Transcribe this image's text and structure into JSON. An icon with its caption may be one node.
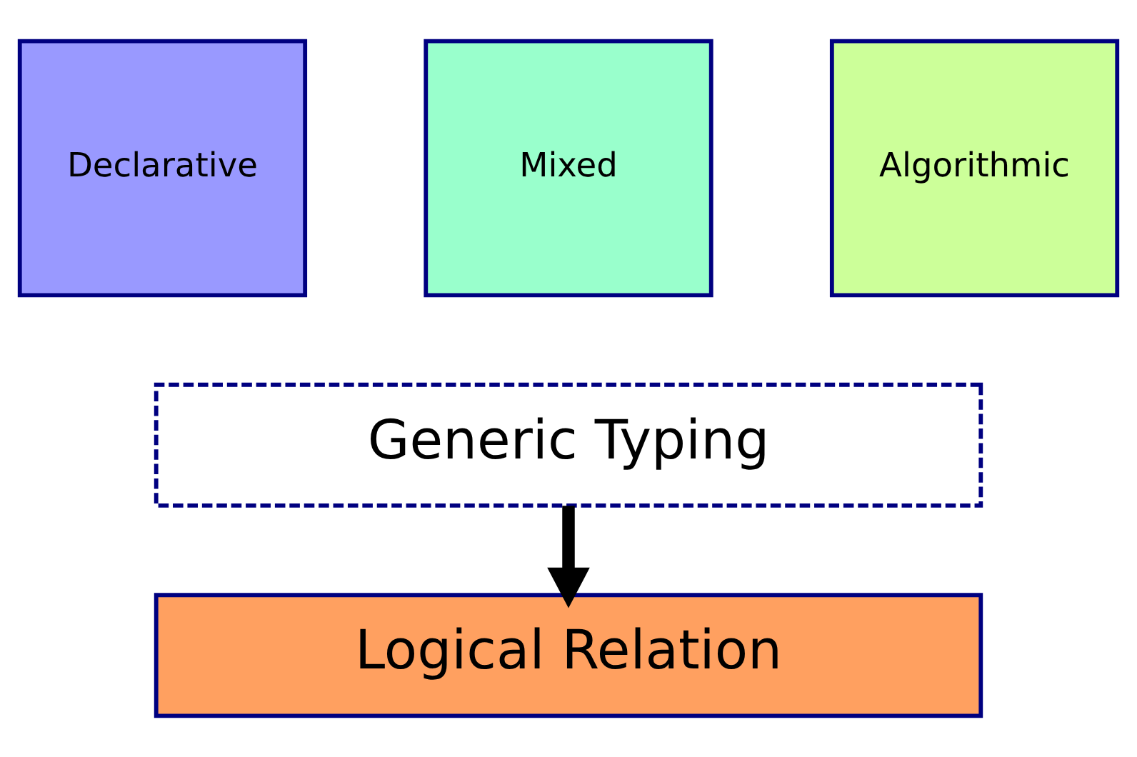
{
  "diagram": {
    "nodes": [
      {
        "text": [
          "Declarative"
        ]
      },
      {
        "text": [
          "Mixed"
        ]
      },
      {
        "text": [
          "Algorithmic"
        ]
      },
      {
        "text": [
          "Generic Typing"
        ]
      },
      {
        "text": [
          "Logical Relation"
        ]
      }
    ],
    "edges": [
      {
        "from": 3,
        "to": 4,
        "arrow": "to"
      }
    ]
  }
}
